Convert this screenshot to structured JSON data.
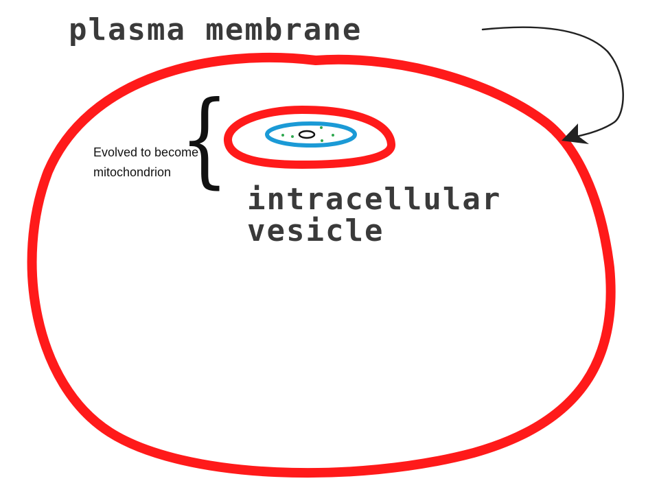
{
  "labels": {
    "plasma_membrane": "plasma membrane",
    "intracellular_vesicle": "intracellular vesicle",
    "annotation": "Evolved to become mitochondrion"
  },
  "colors": {
    "membrane": "#ff1a1a",
    "inner_organelle": "#1b9ad6",
    "dots": "#2fa84f",
    "arrow": "#222222",
    "text": "#3a3a3a"
  }
}
